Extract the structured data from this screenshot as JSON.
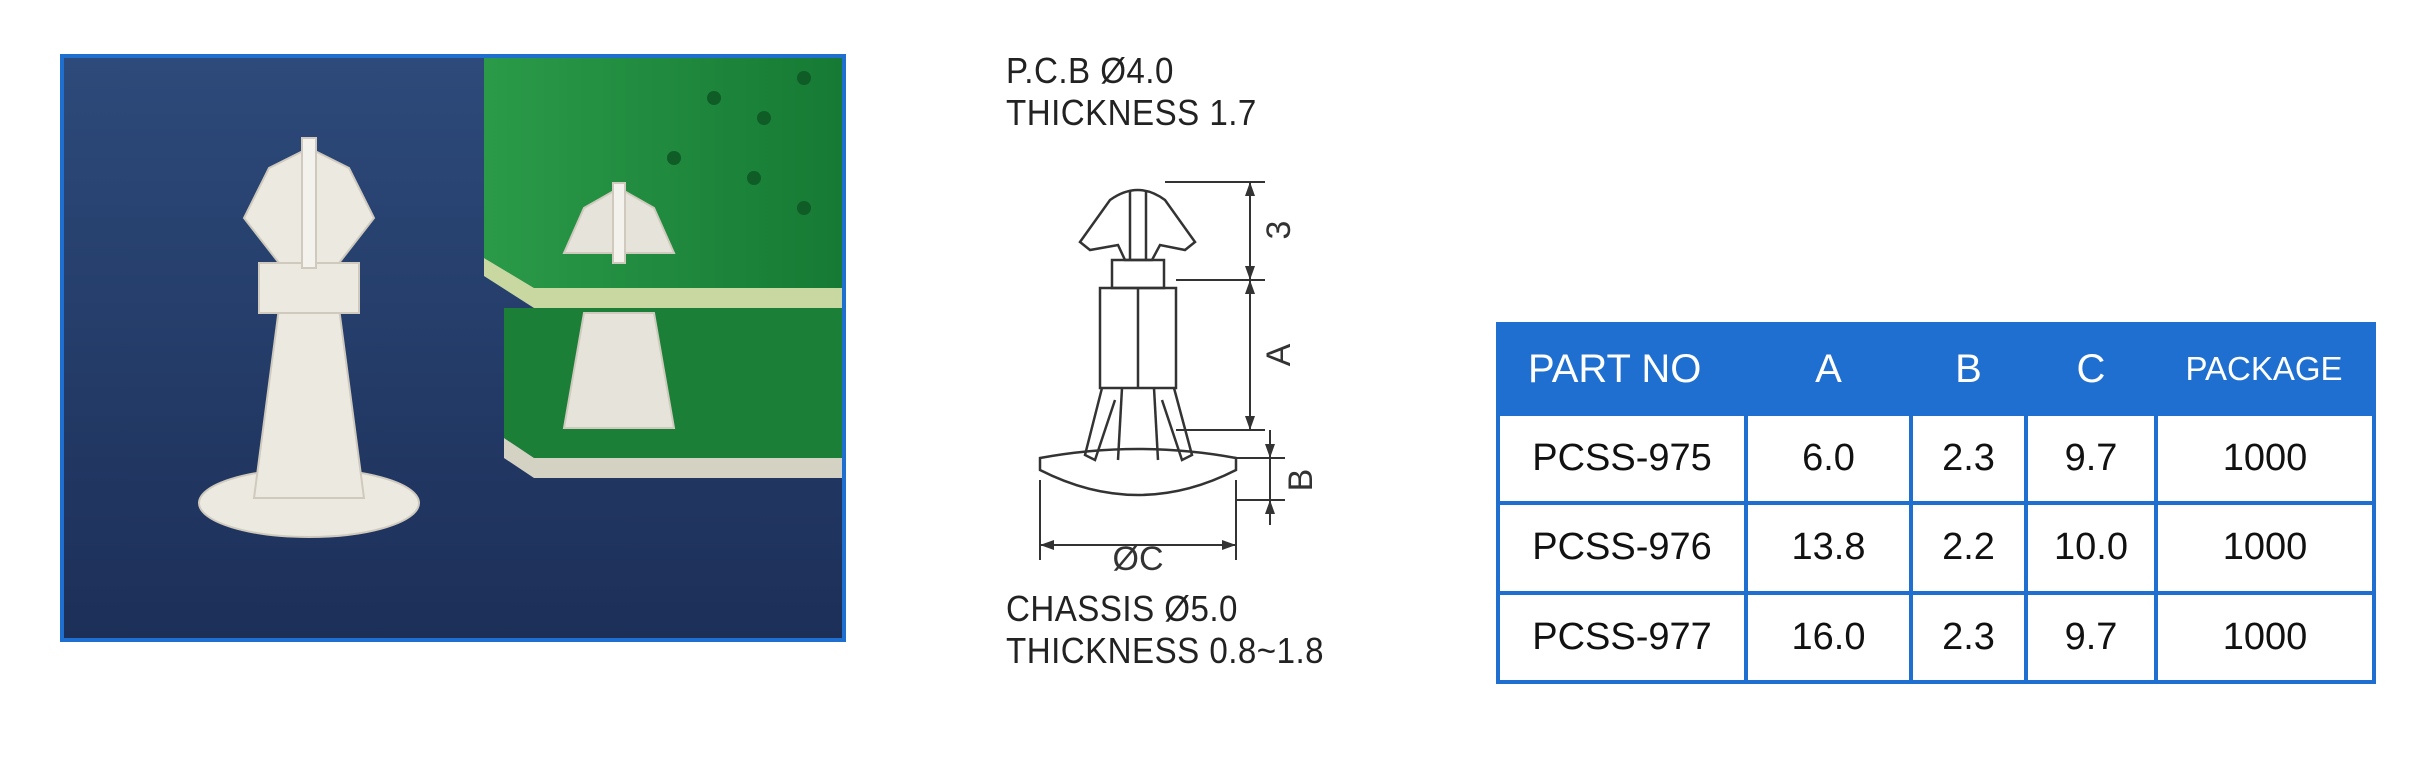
{
  "photo": {
    "alt": ""
  },
  "drawing": {
    "pcb_line1": "P.C.B  Ø4.0",
    "pcb_line2": "THICKNESS  1.7",
    "chassis_line1": "CHASSIS  Ø5.0",
    "chassis_line2": "THICKNESS  0.8~1.8",
    "dim_top": "3",
    "dim_a": "A",
    "dim_b": "B",
    "dim_c": "ØC"
  },
  "table": {
    "headers": [
      "PART NO",
      "A",
      "B",
      "C",
      "PACKAGE"
    ],
    "rows": [
      [
        "PCSS-975",
        "6.0",
        "2.3",
        "9.7",
        "1000"
      ],
      [
        "PCSS-976",
        "13.8",
        "2.2",
        "10.0",
        "1000"
      ],
      [
        "PCSS-977",
        "16.0",
        "2.3",
        "9.7",
        "1000"
      ]
    ]
  },
  "colors": {
    "accent": "#1f6fd1",
    "pcb_green": "#1f8a3a",
    "background_blue": "#223a6a"
  }
}
